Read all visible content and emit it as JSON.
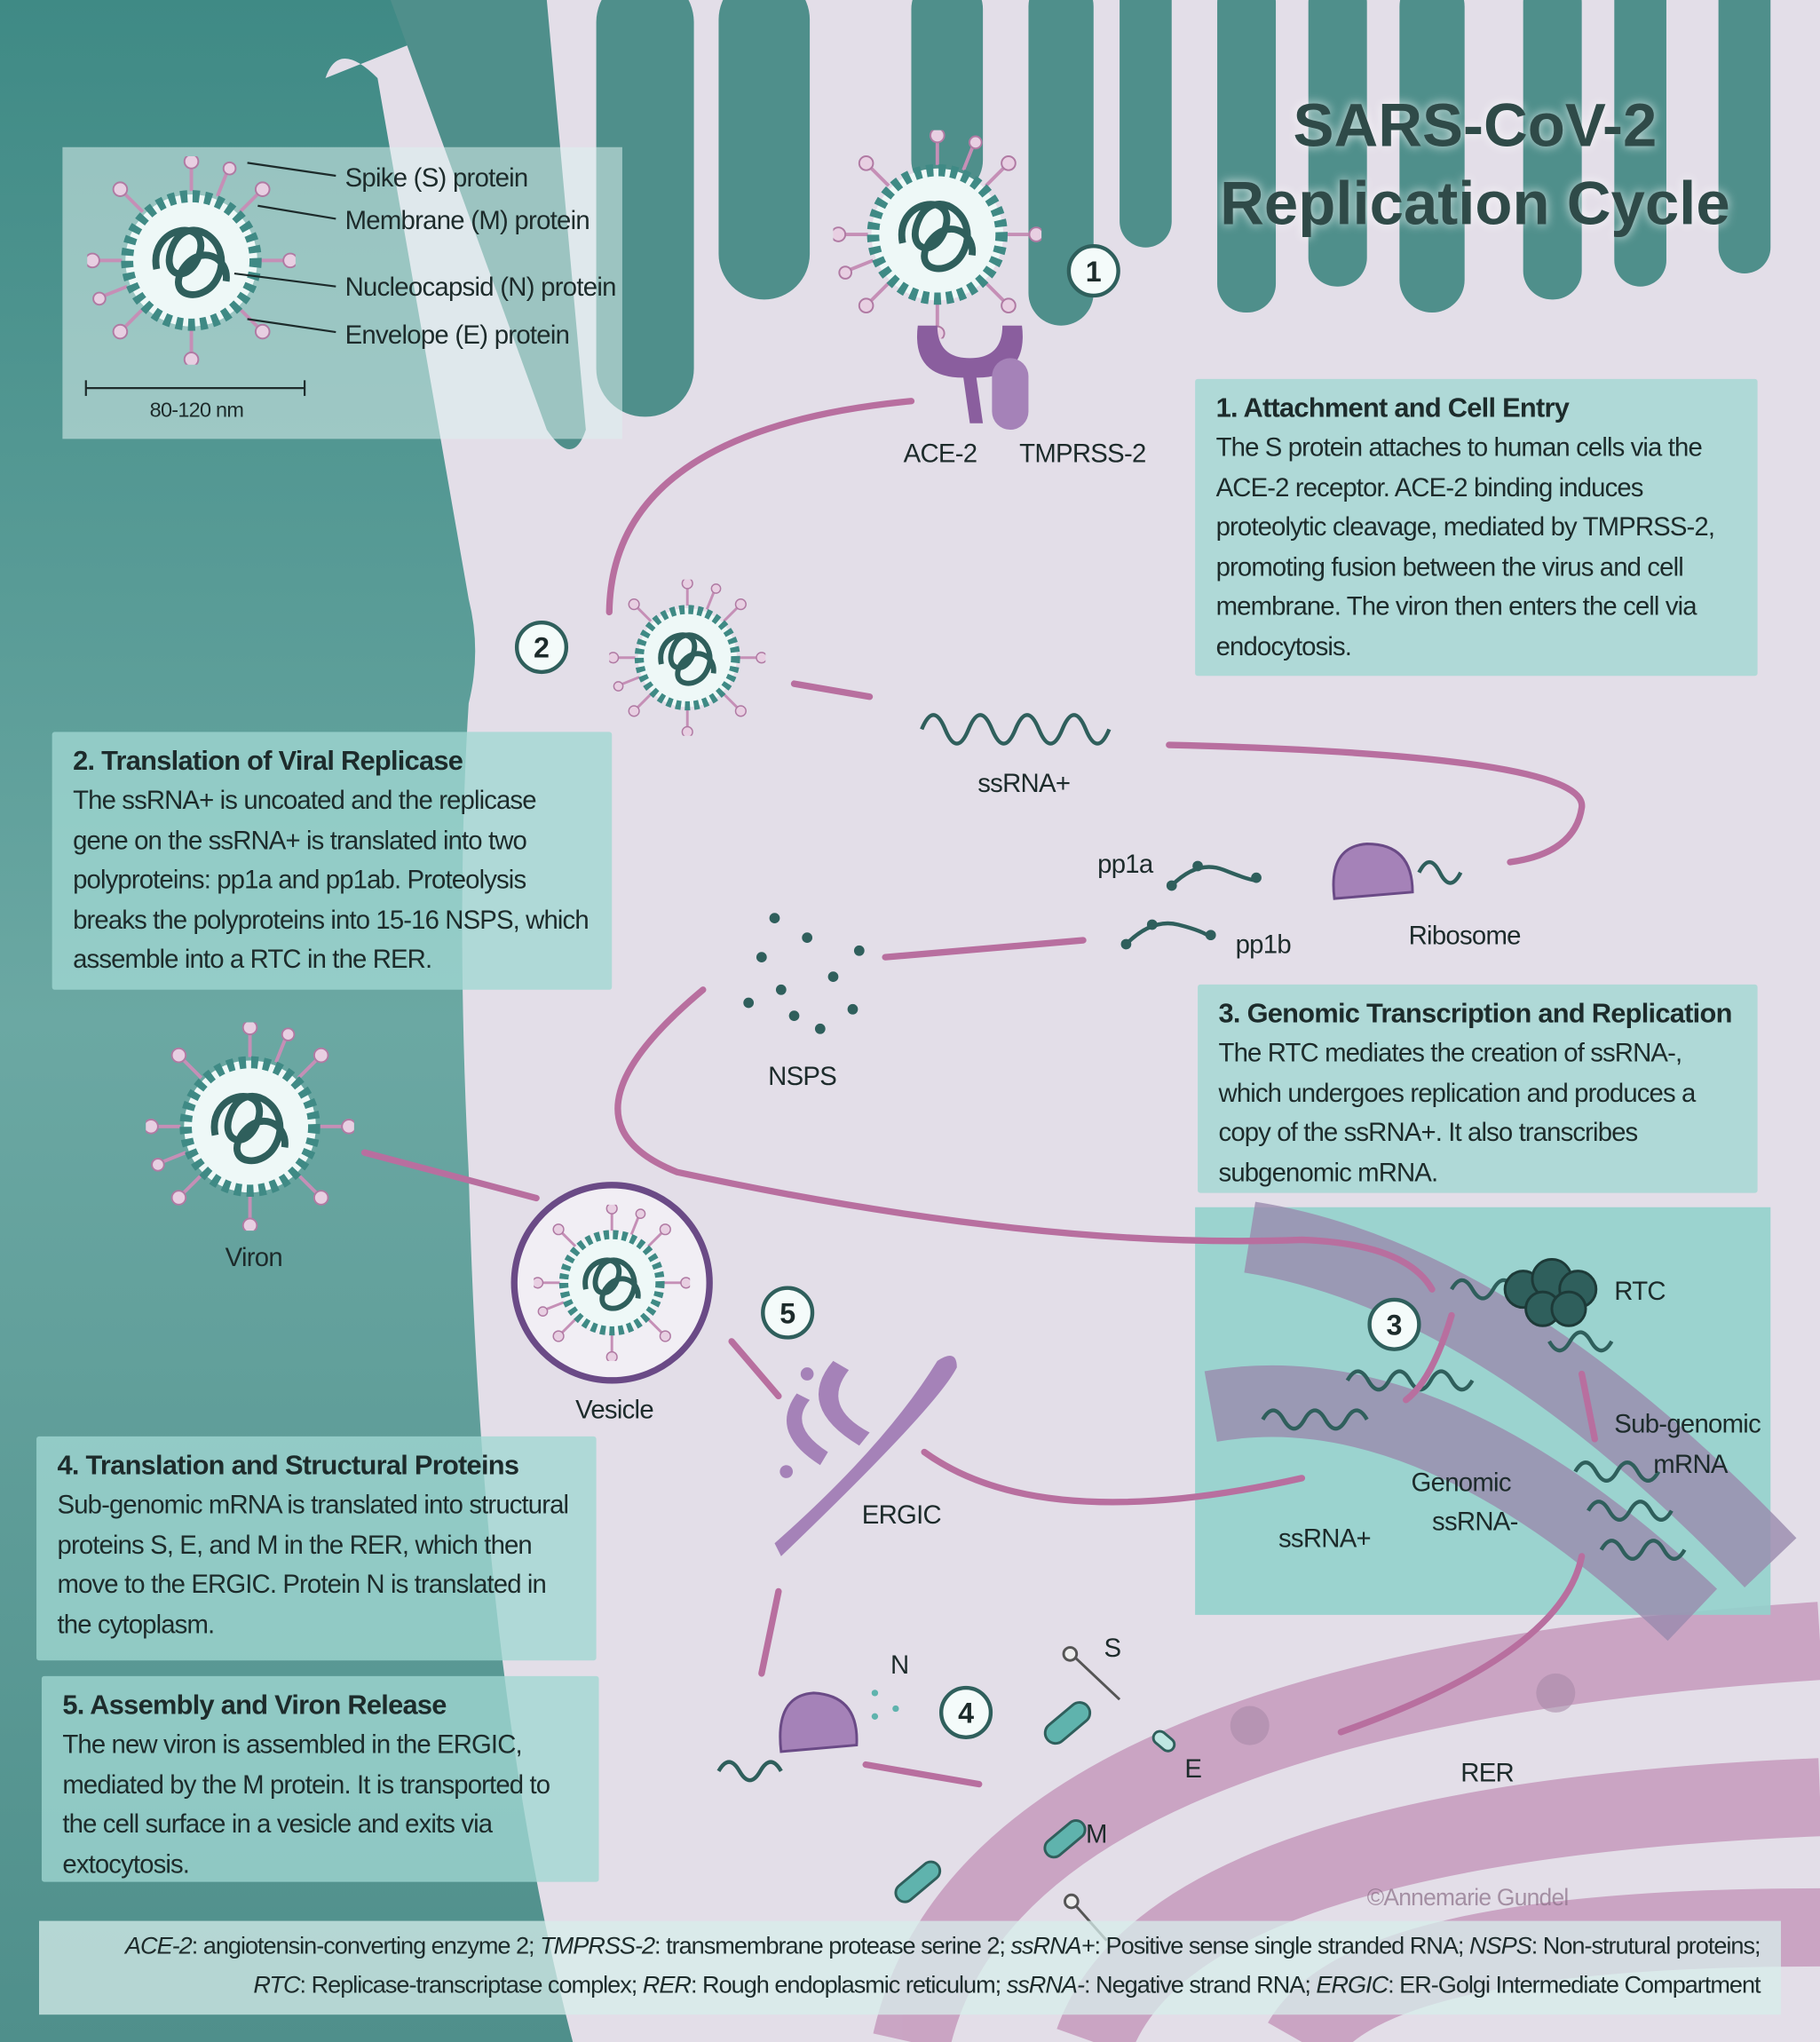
{
  "title": {
    "line1": "SARS-CoV-2",
    "line2": "Replication Cycle"
  },
  "legend": {
    "items": [
      "Spike (S) protein",
      "Membrane (M) protein",
      "Nucleocapsid (N) protein",
      "Envelope (E) protein"
    ],
    "scale": "80-120 nm"
  },
  "steps": [
    {
      "number": "1",
      "title": "1. Attachment and Cell Entry",
      "text": "The S protein attaches to human cells via the ACE-2 receptor. ACE-2 binding induces proteolytic cleavage, mediated by TMPRSS-2, promoting fusion between the virus and cell membrane. The viron then enters the cell via endocytosis."
    },
    {
      "number": "2",
      "title": "2. Translation of Viral Replicase",
      "text": "The ssRNA+ is uncoated and the replicase gene on the ssRNA+ is translated into two polyproteins: pp1a and pp1ab. Proteolysis breaks the polyproteins into 15-16 NSPS, which assemble into a RTC in the RER."
    },
    {
      "number": "3",
      "title": "3. Genomic Transcription and Replication",
      "text": "The RTC mediates the creation of ssRNA-, which undergoes replication and produces a copy of the ssRNA+. It also transcribes subgenomic mRNA."
    },
    {
      "number": "4",
      "title": "4. Translation and Structural Proteins",
      "text": "Sub-genomic mRNA is translated into structural proteins S, E, and M in the RER, which then move to the ERGIC. Protein N is translated in the cytoplasm."
    },
    {
      "number": "5",
      "title": "5. Assembly and Viron Release",
      "text": "The new viron is assembled in the ERGIC, mediated by the M protein. It is transported to the cell surface in a vesicle and exits via extocytosis."
    }
  ],
  "labels": {
    "ace2": "ACE-2",
    "tmprss2": "TMPRSS-2",
    "ssrna_plus": "ssRNA+",
    "pp1a": "pp1a",
    "pp1b": "pp1b",
    "ribosome": "Ribosome",
    "nsps": "NSPS",
    "viron": "Viron",
    "vesicle": "Vesicle",
    "ergic": "ERGIC",
    "rtc": "RTC",
    "subgenomic1": "Sub-genomic",
    "subgenomic2": "mRNA",
    "genomic1": "Genomic",
    "genomic2": "ssRNA-",
    "ssrna_plus_2": "ssRNA+",
    "n": "N",
    "s": "S",
    "e": "E",
    "m": "M",
    "rer": "RER"
  },
  "copyright": "©Annemarie Gundel",
  "footer": {
    "line1": [
      {
        "term": "ACE-2",
        "def": ": angiotensin-converting enzyme 2; "
      },
      {
        "term": "TMPRSS-2",
        "def": ": transmembrane protease serine 2; "
      },
      {
        "term": "ssRNA+",
        "def": ": Positive sense single stranded RNA; "
      },
      {
        "term": "NSPS",
        "def": ": Non-strutural proteins;"
      }
    ],
    "line2": [
      {
        "term": "RTC",
        "def": ": Replicase-transcriptase complex; "
      },
      {
        "term": "RER",
        "def": ": Rough endoplasmic reticulum; "
      },
      {
        "term": "ssRNA-",
        "def": ": Negative strand RNA; "
      },
      {
        "term": "ERGIC",
        "def": ": ER-Golgi Intermediate Compartment"
      }
    ]
  },
  "colors": {
    "teal": "#4f8f8b",
    "cell": "#e3dee8",
    "connector": "#b86f9f",
    "rer": "#c69bbd",
    "dark_teal": "#2f5f5c",
    "purple": "#9a73b0"
  }
}
